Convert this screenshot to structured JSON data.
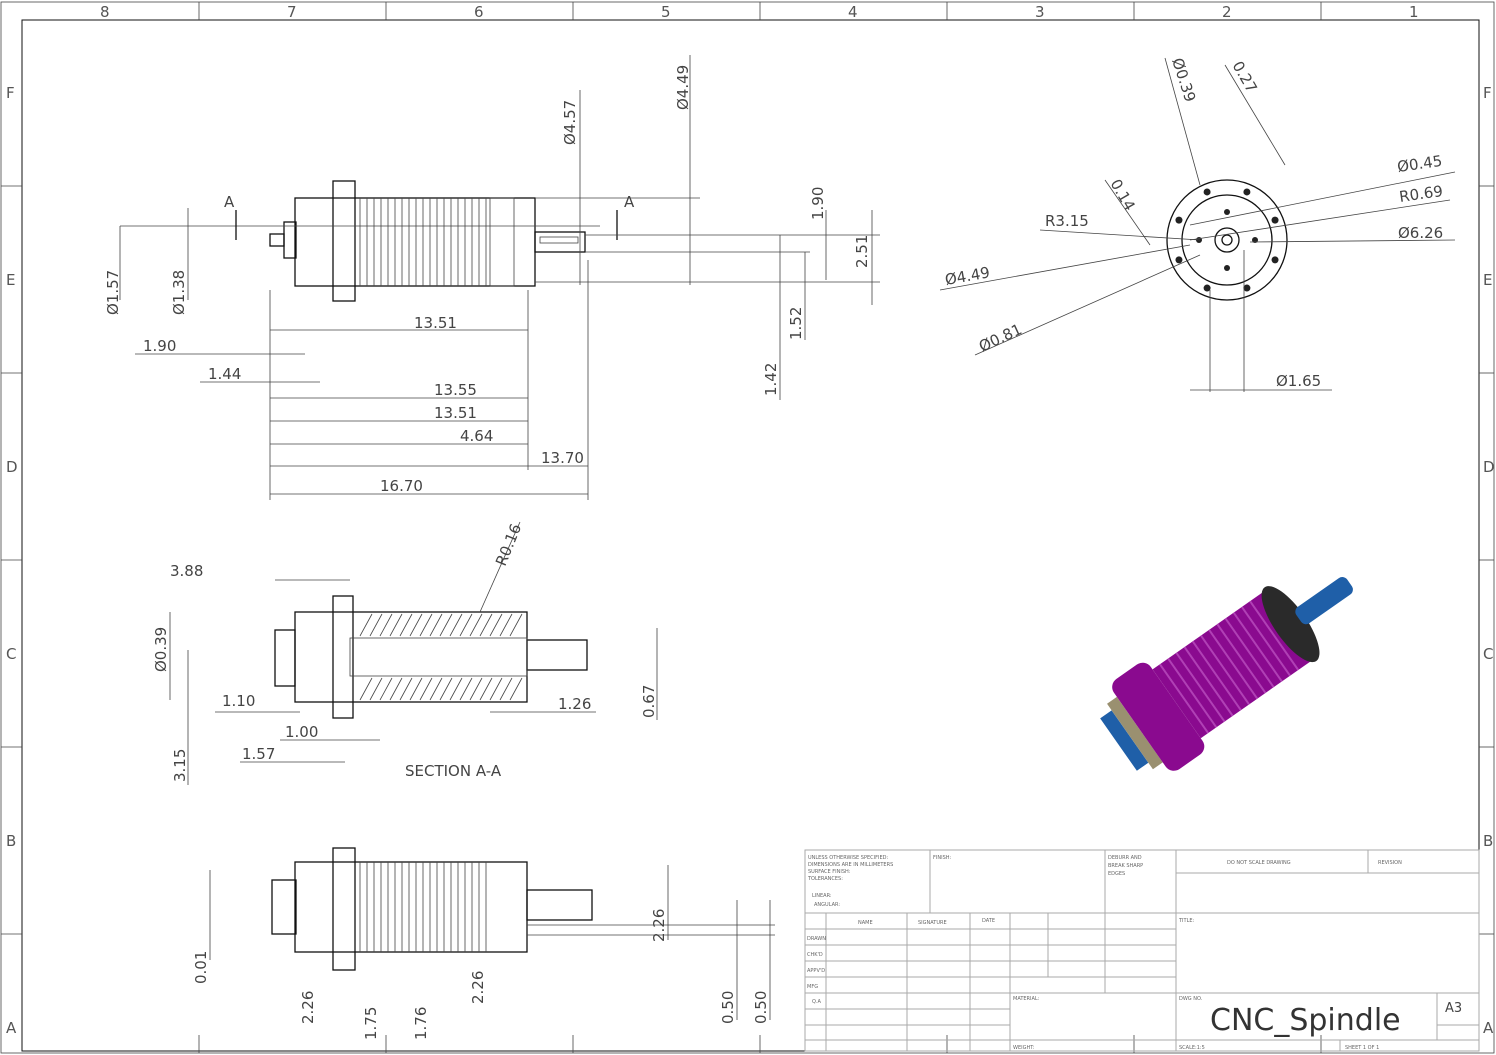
{
  "border": {
    "columns": [
      "8",
      "7",
      "6",
      "5",
      "4",
      "3",
      "2",
      "1"
    ],
    "rows": [
      "F",
      "E",
      "D",
      "C",
      "B",
      "A"
    ]
  },
  "top_view": {
    "section_marker": "A",
    "dims": [
      "Ø4.49",
      "Ø4.57",
      "1.90",
      "2.51",
      "Ø1.57",
      "Ø1.38",
      "13.51",
      "1.90",
      "1.44",
      "1.52",
      "1.42",
      "13.55",
      "13.51",
      "4.64",
      "13.70",
      "16.70"
    ]
  },
  "end_view": {
    "dims": [
      "Ø0.39",
      "0.27",
      "0.14",
      "R3.15",
      "Ø0.45",
      "R0.69",
      "Ø6.26",
      "Ø4.49",
      "Ø0.81",
      "Ø1.65"
    ]
  },
  "section_view": {
    "label": "SECTION A-A",
    "dims": [
      "3.88",
      "R0.16",
      "Ø0.39",
      "1.10",
      "1.00",
      "1.57",
      "3.15",
      "1.26",
      "0.67"
    ]
  },
  "bottom_view": {
    "dims": [
      "0.01",
      "2.26",
      "1.75",
      "1.76",
      "2.26",
      "2.26",
      "0.50",
      "0.50"
    ]
  },
  "iso_view": {
    "colors": {
      "body": "#8a0a8f",
      "flange": "#2a2a2a",
      "shaft": "#1f5fa8",
      "ring": "#9a9070"
    }
  },
  "title_block": {
    "notes": [
      "UNLESS OTHERWISE SPECIFIED:",
      "DIMENSIONS ARE IN MILLIMETERS",
      "SURFACE FINISH:",
      "TOLERANCES:",
      "LINEAR:",
      "ANGULAR:"
    ],
    "finish": "FINISH:",
    "deburr": [
      "DEBURR AND",
      "BREAK SHARP",
      "EDGES"
    ],
    "do_not_scale": "DO NOT SCALE DRAWING",
    "revision": "REVISION",
    "headers": [
      "NAME",
      "SIGNATURE",
      "DATE"
    ],
    "roles": [
      "DRAWN",
      "CHK'D",
      "APPV'D",
      "MFG",
      "Q.A"
    ],
    "title_label": "TITLE:",
    "material": "MATERIAL:",
    "dwg_no": "DWG NO.",
    "drawing_name": "CNC_Spindle",
    "sheet_size": "A3",
    "weight": "WEIGHT:",
    "scale": "SCALE:1:5",
    "sheet": "SHEET 1 OF 1"
  }
}
